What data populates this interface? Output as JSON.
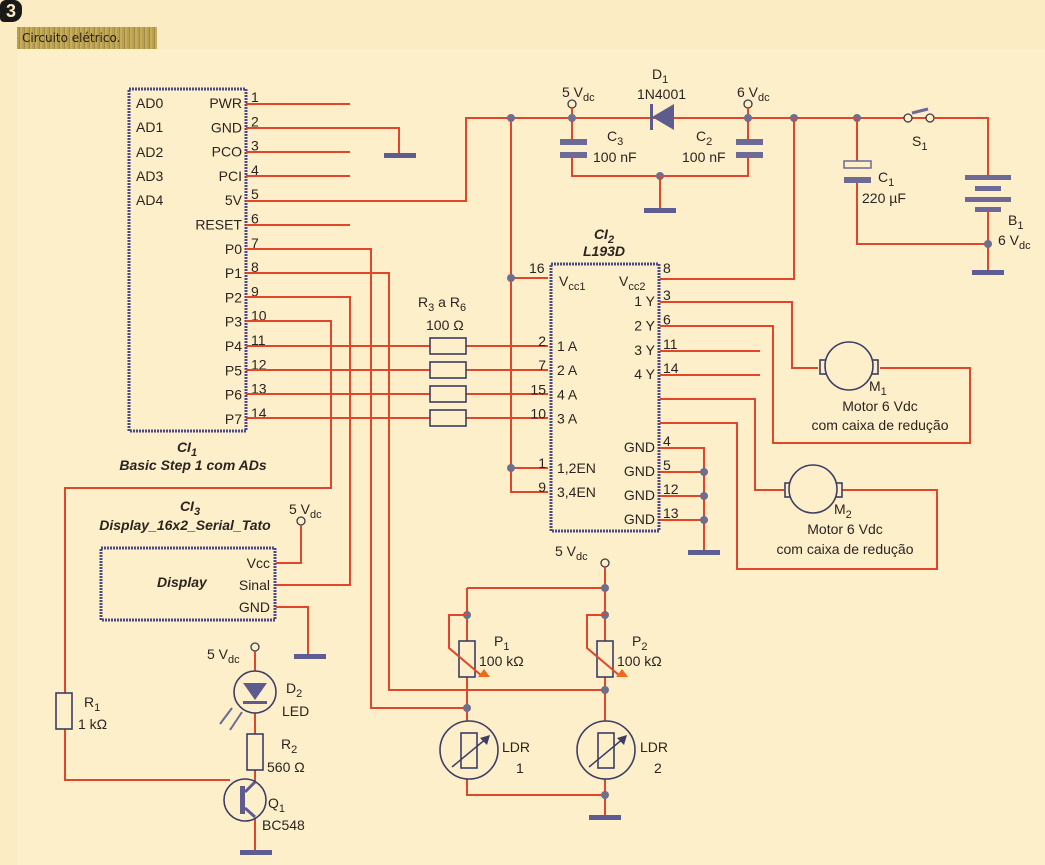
{
  "figure": {
    "number": "3",
    "title": "Circuito elétrico."
  },
  "ci1": {
    "name": "CI",
    "sub": "1",
    "description": "Basic Step 1 com ADs",
    "left_pins": [
      "AD0",
      "AD1",
      "AD2",
      "AD3",
      "AD4"
    ],
    "right_pins": [
      {
        "num": "1",
        "label": "PWR"
      },
      {
        "num": "2",
        "label": "GND"
      },
      {
        "num": "3",
        "label": "PCO"
      },
      {
        "num": "4",
        "label": "PCI"
      },
      {
        "num": "5",
        "label": "5V"
      },
      {
        "num": "6",
        "label": "RESET"
      },
      {
        "num": "7",
        "label": "P0"
      },
      {
        "num": "8",
        "label": "P1"
      },
      {
        "num": "9",
        "label": "P2"
      },
      {
        "num": "10",
        "label": "P3"
      },
      {
        "num": "11",
        "label": "P4"
      },
      {
        "num": "12",
        "label": "P5"
      },
      {
        "num": "13",
        "label": "P6"
      },
      {
        "num": "14",
        "label": "P7"
      }
    ]
  },
  "ci2": {
    "name": "CI",
    "sub": "2",
    "part": "L193D",
    "vcc1": {
      "num": "16",
      "label": "V",
      "sub": "cc1"
    },
    "vcc2": {
      "num": "8",
      "label": "V",
      "sub": "cc2"
    },
    "inputs": [
      {
        "num": "2",
        "label": "1 A"
      },
      {
        "num": "7",
        "label": "2 A"
      },
      {
        "num": "15",
        "label": "4 A"
      },
      {
        "num": "10",
        "label": "3 A"
      }
    ],
    "outputs": [
      {
        "num": "3",
        "label": "1 Y"
      },
      {
        "num": "6",
        "label": "2 Y"
      },
      {
        "num": "11",
        "label": "3 Y"
      },
      {
        "num": "14",
        "label": "4 Y"
      }
    ],
    "enables": [
      {
        "num": "1",
        "label": "1,2EN"
      },
      {
        "num": "9",
        "label": "3,4EN"
      }
    ],
    "grounds": [
      {
        "num": "4",
        "label": "GND"
      },
      {
        "num": "5",
        "label": "GND"
      },
      {
        "num": "12",
        "label": "GND"
      },
      {
        "num": "13",
        "label": "GND"
      }
    ]
  },
  "ci3": {
    "name": "CI",
    "sub": "3",
    "part": "Display_16x2_Serial_Tato",
    "body_label": "Display",
    "pins": [
      "Vcc",
      "Sinal",
      "GND"
    ]
  },
  "supply": {
    "v5": {
      "value": "5 V",
      "sub": "dc"
    },
    "v6": {
      "value": "6 V",
      "sub": "dc"
    }
  },
  "d1": {
    "name": "D",
    "sub": "1",
    "part": "1N4001"
  },
  "c1": {
    "name": "C",
    "sub": "1",
    "value": "220 µF"
  },
  "c2": {
    "name": "C",
    "sub": "2",
    "value": "100 nF"
  },
  "c3": {
    "name": "C",
    "sub": "3",
    "value": "100 nF"
  },
  "s1": {
    "name": "S",
    "sub": "1"
  },
  "b1": {
    "name": "B",
    "sub": "1",
    "value": "6 V",
    "value_sub": "dc"
  },
  "r3r6": {
    "name_a": "R",
    "sub_a": "3",
    "mid": " a ",
    "name_b": "R",
    "sub_b": "6",
    "value": "100 Ω"
  },
  "m1": {
    "name": "M",
    "sub": "1",
    "line1": "Motor 6 Vdc",
    "line2": "com caixa de redução"
  },
  "m2": {
    "name": "M",
    "sub": "2",
    "line1": "Motor 6 Vdc",
    "line2": "com caixa de redução"
  },
  "r1": {
    "name": "R",
    "sub": "1",
    "value": "1 kΩ"
  },
  "r2": {
    "name": "R",
    "sub": "2",
    "value": "560 Ω"
  },
  "d2": {
    "name": "D",
    "sub": "2",
    "part": "LED"
  },
  "q1": {
    "name": "Q",
    "sub": "1",
    "part": "BC548"
  },
  "p1": {
    "name": "P",
    "sub": "1",
    "value": "100 kΩ"
  },
  "p2": {
    "name": "P",
    "sub": "2",
    "value": "100 kΩ"
  },
  "ldr1": {
    "name": "LDR",
    "num": "1"
  },
  "ldr2": {
    "name": "LDR",
    "num": "2"
  },
  "colors": {
    "wire": "#e2462a",
    "chip_outline": "#4b4a86",
    "ground": "#5d5c93",
    "node": "#6e6f8c",
    "paper": "#fdefc9",
    "accent": "#f06a1c"
  }
}
